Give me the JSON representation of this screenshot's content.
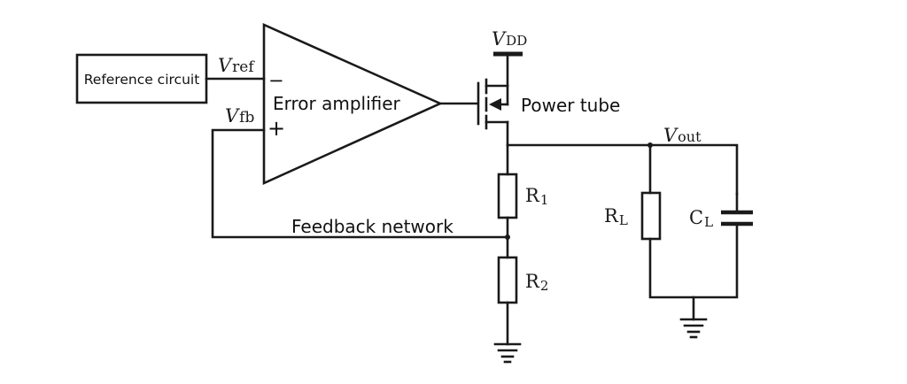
{
  "labels": {
    "reference_circuit": "Reference circuit",
    "error_amplifier": "Error amplifier",
    "power_tube": "Power tube",
    "feedback_network": "Feedback network",
    "minus": "−",
    "plus": "+"
  },
  "symbols": {
    "vref": {
      "main": "V",
      "sub": "ref"
    },
    "vfb": {
      "main": "V",
      "sub": "fb"
    },
    "vdd": {
      "main": "V",
      "sub": "DD"
    },
    "vout": {
      "main": "V",
      "sub": "out"
    },
    "r1": {
      "main": "R",
      "sub": "1"
    },
    "r2": {
      "main": "R",
      "sub": "2"
    },
    "rl": {
      "main": "R",
      "sub": "L"
    },
    "cl": {
      "main": "C",
      "sub": "L"
    }
  }
}
